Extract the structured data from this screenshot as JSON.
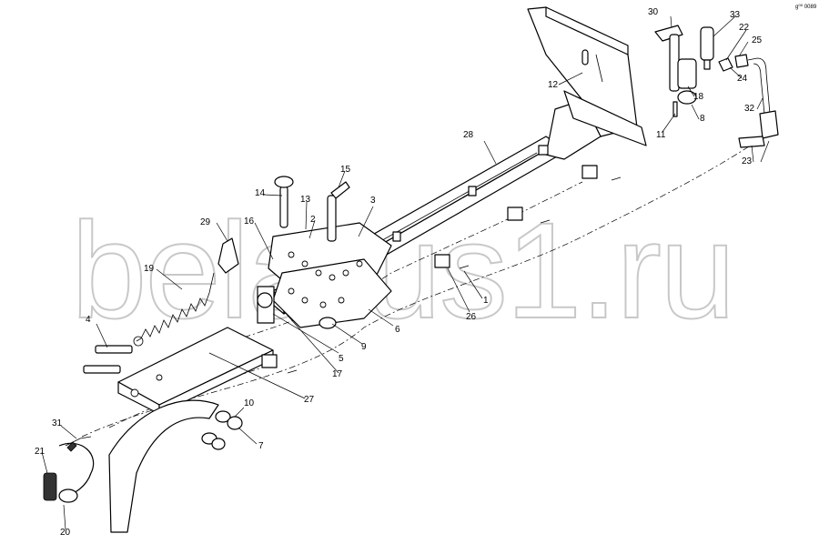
{
  "watermark": "belarus1.ru",
  "corner_mark": "g⁰⁰ 0089",
  "callouts": [
    "1",
    "2",
    "3",
    "4",
    "5",
    "6",
    "7",
    "8",
    "9",
    "10",
    "11",
    "12",
    "13",
    "14",
    "15",
    "16",
    "17",
    "18",
    "19",
    "20",
    "21",
    "22",
    "23",
    "24",
    "25",
    "26",
    "27",
    "28",
    "29",
    "30",
    "31",
    "32",
    "33"
  ]
}
